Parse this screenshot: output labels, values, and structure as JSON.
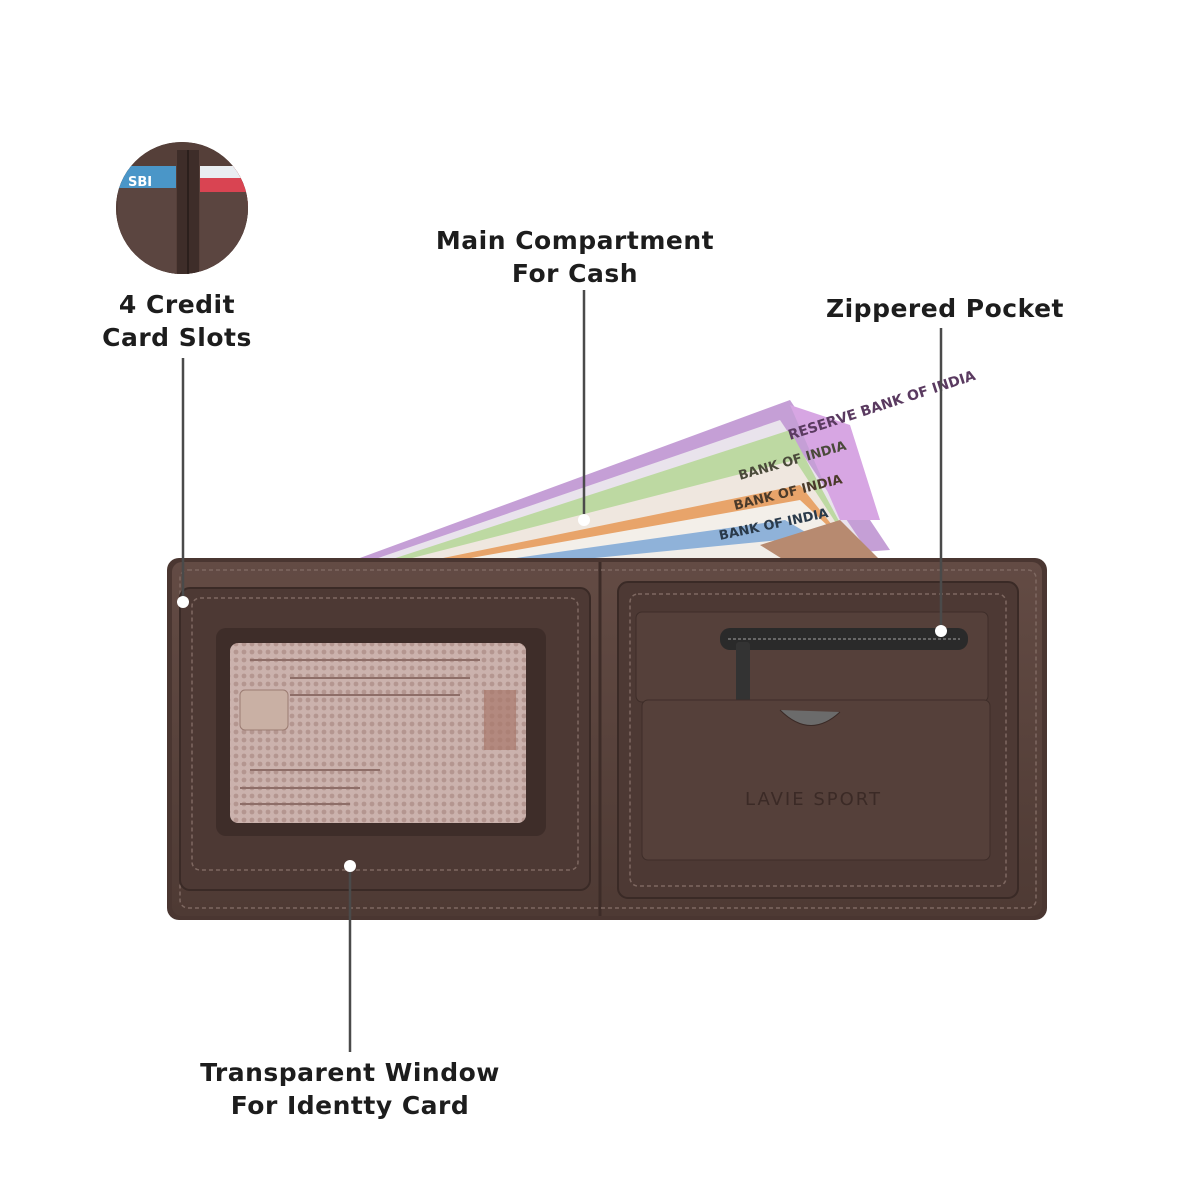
{
  "annotations": {
    "credit_card_slots": {
      "line1": "4 Credit",
      "line2": "Card Slots"
    },
    "main_compartment": {
      "line1": "Main Compartment",
      "line2": "For Cash"
    },
    "zippered_pocket": {
      "line1": "Zippered Pocket"
    },
    "transparent_window": {
      "line1": "Transparent Window",
      "line2": "For Identty Card"
    }
  },
  "product": {
    "brand": "LAVIE SPORT",
    "note_text": "BANK OF INDIA",
    "card_logos": [
      "SBI"
    ]
  },
  "colors": {
    "leather": "#5a443e",
    "leather_dark": "#3b2b27",
    "stitch": "#8c756d",
    "callout_line": "#4a4a4a",
    "note_pink": "#c99ad8",
    "note_green": "#bfd9a5",
    "note_orange": "#e8a46a",
    "note_blue": "#8fb2d9"
  }
}
